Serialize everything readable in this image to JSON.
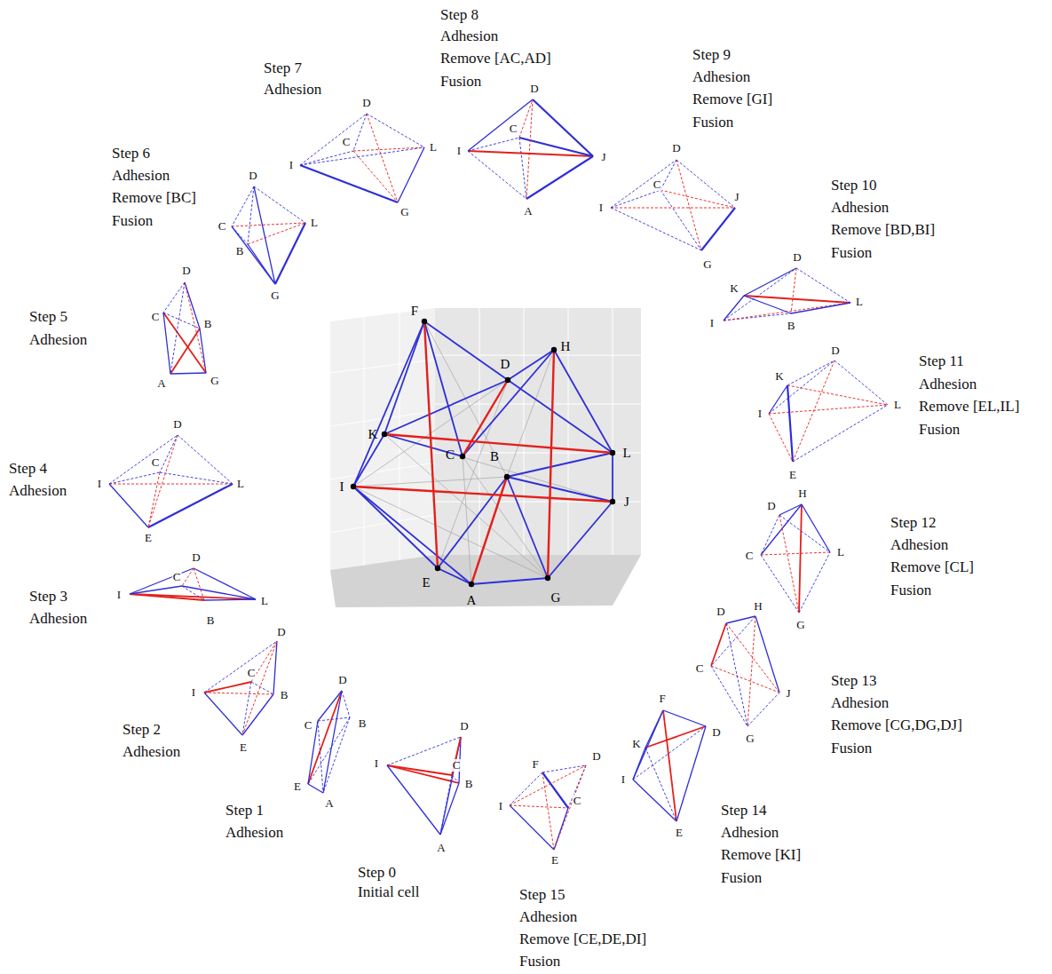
{
  "diagram": {
    "labels": [
      "F",
      "D",
      "H",
      "K",
      "C",
      "L",
      "B",
      "I",
      "J",
      "E",
      "A",
      "G",
      "Step 0",
      "Initial cell",
      "D",
      "I",
      "C",
      "B",
      "A",
      "Step 1",
      "Adhesion",
      "D",
      "C",
      "B",
      "E",
      "A",
      "Step 2",
      "Adhesion",
      "D",
      "I",
      "C",
      "B",
      "E",
      "Step 3",
      "Adhesion",
      "D",
      "I",
      "C",
      "B",
      "L",
      "Step 4",
      "Adhesion",
      "D",
      "I",
      "C",
      "L",
      "E",
      "Step 5",
      "Adhesion",
      "D",
      "C",
      "B",
      "A",
      "G",
      "Step 6",
      "Adhesion",
      "Remove [BC]",
      "Fusion",
      "D",
      "C",
      "L",
      "B",
      "G",
      "Step 7",
      "Adhesion",
      "D",
      "I",
      "C",
      "L",
      "G",
      "Step 8",
      "Adhesion",
      "Remove [AC,AD]",
      "Fusion",
      "D",
      "I",
      "C",
      "J",
      "A",
      "Step 9",
      "Adhesion",
      "Remove [GI]",
      "Fusion",
      "D",
      "I",
      "C",
      "J",
      "G",
      "Step 10",
      "Adhesion",
      "Remove [BD,BI]",
      "Fusion",
      "D",
      "K",
      "I",
      "L",
      "B",
      "Step 11",
      "Adhesion",
      "Remove [EL,IL]",
      "Fusion",
      "D",
      "K",
      "I",
      "L",
      "E",
      "Step 12",
      "Adhesion",
      "Remove [CL]",
      "Fusion",
      "H",
      "D",
      "C",
      "L",
      "G",
      "Step 13",
      "Adhesion",
      "Remove [CG,DG,DJ]",
      "Fusion",
      "D",
      "H",
      "C",
      "J",
      "G",
      "Step 14",
      "Adhesion",
      "Remove [KI]",
      "Fusion",
      "F",
      "D",
      "K",
      "I",
      "E",
      "Step 15",
      "Adhesion",
      "Remove [CE,DE,DI]",
      "Fusion",
      "F",
      "D",
      "I",
      "C",
      "E"
    ]
  }
}
